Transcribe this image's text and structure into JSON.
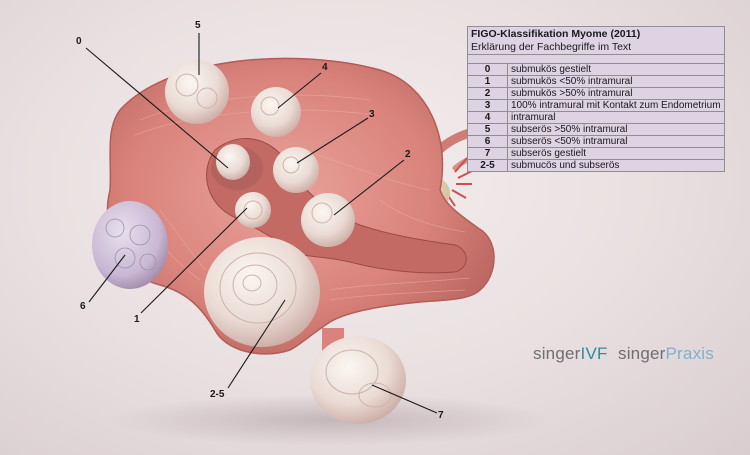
{
  "legend": {
    "title": "FIGO-Klassifikation Myome (2011)",
    "subtitle": "Erklärung der Fachbegriffe im Text",
    "rows": [
      {
        "code": "0",
        "text": "submukös gestielt"
      },
      {
        "code": "1",
        "text": "submukös <50% intramural"
      },
      {
        "code": "2",
        "text": "submukös >50% intramural"
      },
      {
        "code": "3",
        "text": "100% intramural mit Kontakt zum Endometrium"
      },
      {
        "code": "4",
        "text": "intramural"
      },
      {
        "code": "5",
        "text": "subserös >50% intramural"
      },
      {
        "code": "6",
        "text": "subserös <50% intramural"
      },
      {
        "code": "7",
        "text": "subserös gestielt"
      },
      {
        "code": "2-5",
        "text": "submucös und subserös"
      }
    ]
  },
  "labels": {
    "l0": "0",
    "l1": "1",
    "l2": "2",
    "l3": "3",
    "l4": "4",
    "l5": "5",
    "l6": "6",
    "l7": "7",
    "l25": "2-5"
  },
  "logos": {
    "ivf_a": "singer",
    "ivf_b": "IVF",
    "praxis_a": "singer",
    "praxis_b": "Praxis"
  },
  "colors": {
    "tissue": "#d9837c",
    "fibroid": "#eee3de",
    "legend_bg": "#ddd3e3",
    "brand_teal": "#2f8c9b",
    "brand_lightblue": "#7fb0cf"
  }
}
